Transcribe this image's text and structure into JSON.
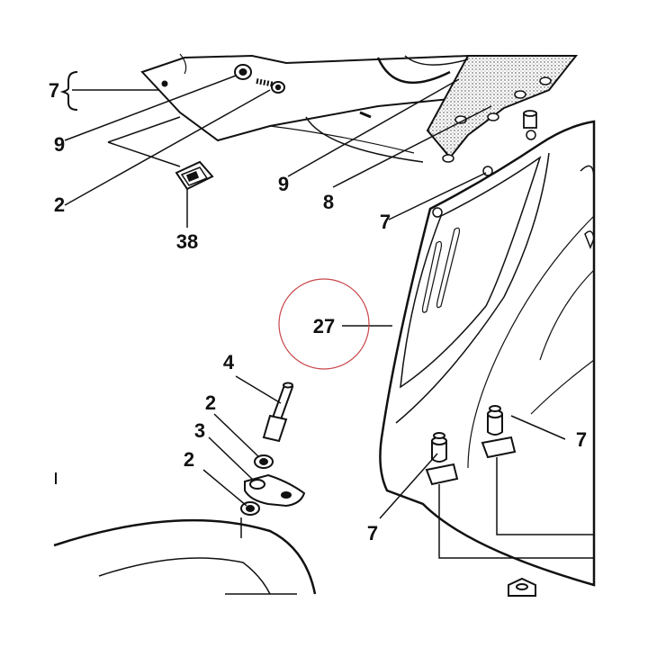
{
  "diagram": {
    "callouts": [
      {
        "id": "c7-top",
        "text": "7"
      },
      {
        "id": "c9-left",
        "text": "9"
      },
      {
        "id": "c2-left",
        "text": "2"
      },
      {
        "id": "c38",
        "text": "38"
      },
      {
        "id": "c9-mid",
        "text": "9"
      },
      {
        "id": "c8",
        "text": "8"
      },
      {
        "id": "c7-mid",
        "text": "7"
      },
      {
        "id": "c27",
        "text": "27"
      },
      {
        "id": "c4",
        "text": "4"
      },
      {
        "id": "c2-a",
        "text": "2"
      },
      {
        "id": "c3",
        "text": "3"
      },
      {
        "id": "c2-b",
        "text": "2"
      },
      {
        "id": "c7-right",
        "text": "7"
      },
      {
        "id": "c7-bottom",
        "text": "7"
      }
    ],
    "highlight_color": "#c8464b",
    "line_color": "#111111"
  }
}
